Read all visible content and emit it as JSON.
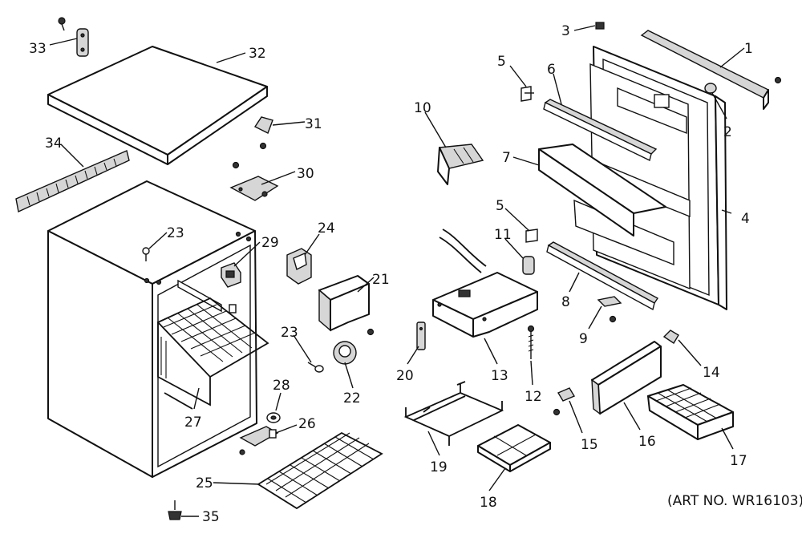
{
  "art_number": "(ART NO. WR16103)",
  "callouts": [
    {
      "id": "1",
      "label": "1"
    },
    {
      "id": "2",
      "label": "2"
    },
    {
      "id": "3",
      "label": "3"
    },
    {
      "id": "4",
      "label": "4"
    },
    {
      "id": "5a",
      "label": "5"
    },
    {
      "id": "5b",
      "label": "5"
    },
    {
      "id": "6",
      "label": "6"
    },
    {
      "id": "7",
      "label": "7"
    },
    {
      "id": "8",
      "label": "8"
    },
    {
      "id": "9",
      "label": "9"
    },
    {
      "id": "10",
      "label": "10"
    },
    {
      "id": "11",
      "label": "11"
    },
    {
      "id": "12",
      "label": "12"
    },
    {
      "id": "13",
      "label": "13"
    },
    {
      "id": "14",
      "label": "14"
    },
    {
      "id": "15",
      "label": "15"
    },
    {
      "id": "16",
      "label": "16"
    },
    {
      "id": "17",
      "label": "17"
    },
    {
      "id": "18",
      "label": "18"
    },
    {
      "id": "19",
      "label": "19"
    },
    {
      "id": "20",
      "label": "20"
    },
    {
      "id": "21",
      "label": "21"
    },
    {
      "id": "22",
      "label": "22"
    },
    {
      "id": "23a",
      "label": "23"
    },
    {
      "id": "23b",
      "label": "23"
    },
    {
      "id": "24",
      "label": "24"
    },
    {
      "id": "25",
      "label": "25"
    },
    {
      "id": "26",
      "label": "26"
    },
    {
      "id": "27",
      "label": "27"
    },
    {
      "id": "28",
      "label": "28"
    },
    {
      "id": "29",
      "label": "29"
    },
    {
      "id": "30",
      "label": "30"
    },
    {
      "id": "31",
      "label": "31"
    },
    {
      "id": "32",
      "label": "32"
    },
    {
      "id": "33",
      "label": "33"
    },
    {
      "id": "34",
      "label": "34"
    },
    {
      "id": "35",
      "label": "35"
    }
  ]
}
